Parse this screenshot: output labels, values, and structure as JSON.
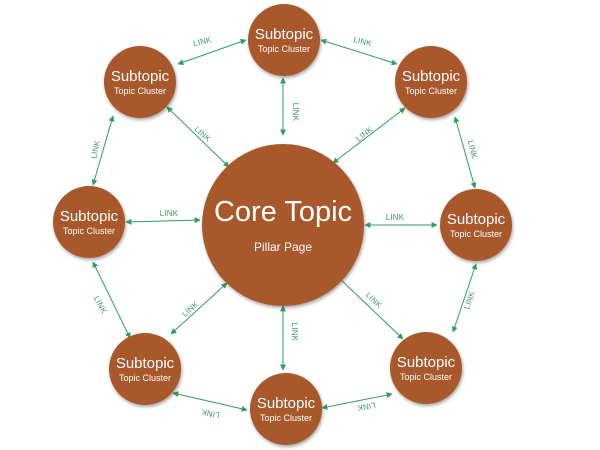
{
  "colors": {
    "node_fill": "#a9582c",
    "link_line": "#2f9e5f",
    "link_text": "#3b9a62",
    "text": "#ffffff"
  },
  "core": {
    "title": "Core Topic",
    "subtitle": "Pillar Page"
  },
  "subtopics": [
    {
      "id": "top",
      "title": "Subtopic",
      "subtitle": "Topic Cluster"
    },
    {
      "id": "top-right",
      "title": "Subtopic",
      "subtitle": "Topic Cluster"
    },
    {
      "id": "right",
      "title": "Subtopic",
      "subtitle": "Topic Cluster"
    },
    {
      "id": "bottom-right",
      "title": "Subtopic",
      "subtitle": "Topic Cluster"
    },
    {
      "id": "bottom",
      "title": "Subtopic",
      "subtitle": "Topic Cluster"
    },
    {
      "id": "bottom-left",
      "title": "Subtopic",
      "subtitle": "Topic Cluster"
    },
    {
      "id": "left",
      "title": "Subtopic",
      "subtitle": "Topic Cluster"
    },
    {
      "id": "top-left",
      "title": "Subtopic",
      "subtitle": "Topic Cluster"
    }
  ],
  "link_label": "LINK"
}
